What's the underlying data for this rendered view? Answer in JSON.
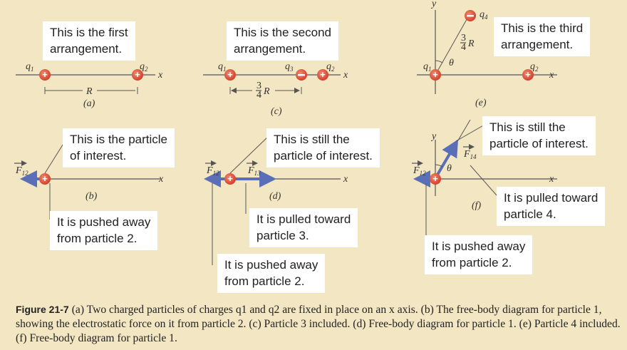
{
  "callouts": {
    "a": [
      "This is the first",
      "arrangement."
    ],
    "c": [
      "This is the second",
      "arrangement."
    ],
    "e": [
      "This is the third",
      "arrangement."
    ],
    "b_top": [
      "This is the particle",
      "of interest."
    ],
    "b_bottom": [
      "It is pushed away",
      "from particle 2."
    ],
    "d_top": [
      "This is still the",
      "particle of interest."
    ],
    "d_mid": [
      "It is pulled toward",
      "particle 3."
    ],
    "d_bottom": [
      "It is pushed away",
      "from particle 2."
    ],
    "f_top": [
      "This is still the",
      "particle of interest."
    ],
    "f_mid": [
      "It is pulled toward",
      "particle 4."
    ],
    "f_bottom": [
      "It is pushed away",
      "from particle 2."
    ]
  },
  "labels": {
    "q1": "q",
    "q1_sub": "1",
    "q2": "q",
    "q2_sub": "2",
    "q3": "q",
    "q3_sub": "3",
    "q4": "q",
    "q4_sub": "4",
    "x": "x",
    "y": "y",
    "R": "R",
    "frac_num": "3",
    "frac_den": "4",
    "theta": "θ",
    "F": "F",
    "F12_sub": "12",
    "F13_sub": "13",
    "F14_sub": "14",
    "panel_a": "(a)",
    "panel_b": "(b)",
    "panel_c": "(c)",
    "panel_d": "(d)",
    "panel_e": "(e)",
    "panel_f": "(f)"
  },
  "caption": {
    "figure": "Figure 21-7",
    "text": "(a) Two charged particles of charges q1 and q2 are fixed in place on an x axis. (b) The free-body diagram for particle 1, showing the electrostatic force on it from particle 2. (c) Particle 3 included. (d) Free-body diagram for particle 1. (e) Particle 4 included. (f) Free-body diagram for particle 1."
  },
  "colors": {
    "background": "#f3e6c2",
    "positive_charge": "#d94a35",
    "negative_charge": "#d94a35",
    "force_arrow": "#5a6fb8"
  }
}
